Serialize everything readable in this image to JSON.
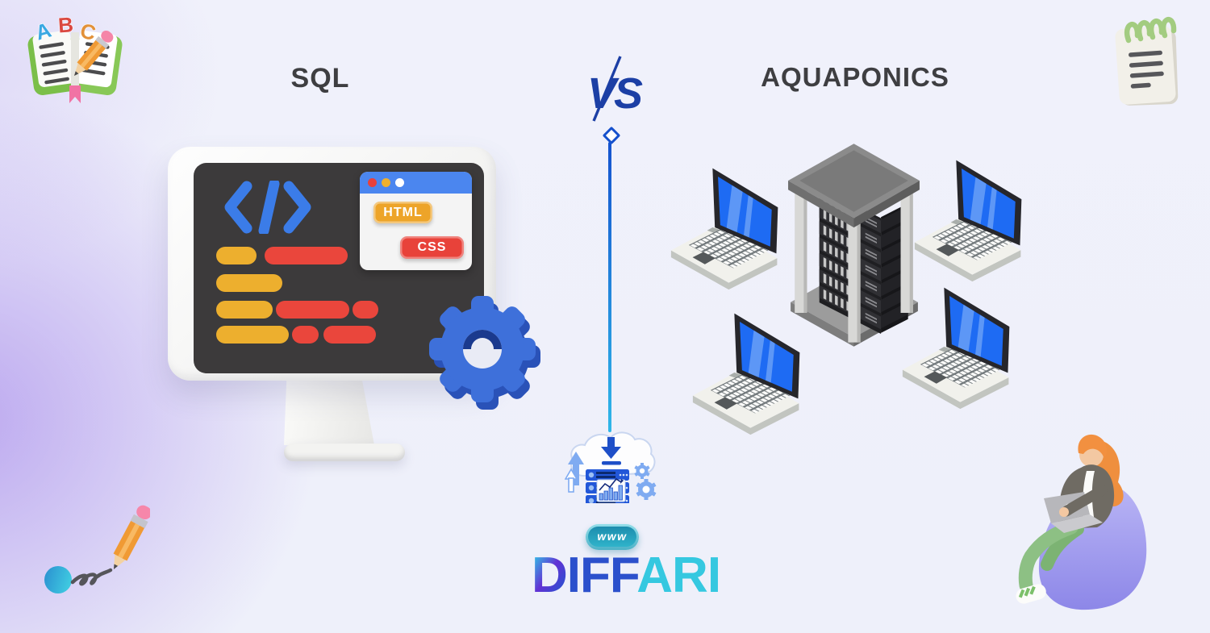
{
  "page": {
    "background": "#eff1fa",
    "accent_purple": "#a88ceb",
    "heading_color": "#3e3e41"
  },
  "comparison": {
    "left_title": "SQL",
    "right_title": "AQUAPONICS",
    "vs_label": "VS",
    "vs_color": "#1c3fa5"
  },
  "connector": {
    "line_top_color": "#1553cf",
    "line_bottom_color": "#2fb7e8"
  },
  "branding": {
    "www_label": "www",
    "www_teal": "#2fb3ca",
    "logo": {
      "d": "D",
      "mid": "IFF",
      "tail": "ARI"
    },
    "logo_blue": "#2b50cc",
    "logo_cyan": "#35c8e0"
  },
  "left_illustration": {
    "type": "code-editor-monitor-3d",
    "browser_badges": [
      "HTML",
      "CSS"
    ],
    "colors": {
      "screen": "#3c3a3b",
      "code_yellow": "#edaf2e",
      "code_red": "#ea463c",
      "brackets_blue": "#3b7ce8",
      "gear_blue": "#3e70da",
      "browser_bar": "#4b86ef"
    }
  },
  "right_illustration": {
    "type": "server-network-isometric",
    "laptop_count": 4,
    "colors": {
      "laptop_screen": "#1e6bf3",
      "laptop_body": "#f1f1ec",
      "rack_gray": "#8b8b8b",
      "server_dark": "#2b2b2f"
    }
  },
  "cloud_icon": {
    "type": "cloud-server-analytics",
    "colors": {
      "server_blue": "#2257d8",
      "light_blue": "#7fabf1",
      "arrow_navy": "#1e4fc8"
    }
  },
  "decorations": {
    "book": {
      "type": "abc-book-3d",
      "letters": [
        "A",
        "B",
        "C"
      ]
    },
    "notepad": {
      "type": "spiral-notepad-3d"
    },
    "pencil": {
      "type": "pencil-scribble-3d"
    },
    "person": {
      "type": "person-on-beanbag-3d"
    }
  }
}
